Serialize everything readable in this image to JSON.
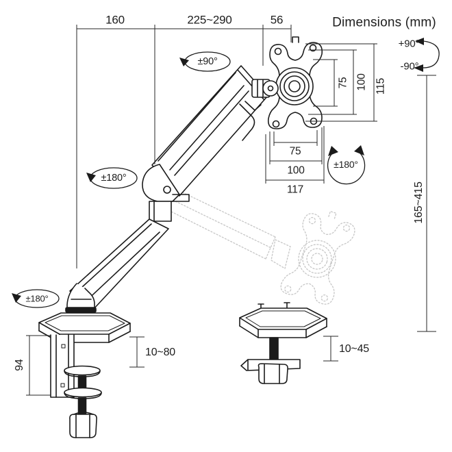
{
  "title": "Dimensions (mm)",
  "colors": {
    "line_ink": "#1b1b1b",
    "dimension_ink": "#262626",
    "ghost_outline": "#c6c6c6",
    "background": "#ffffff"
  },
  "dimensions": {
    "arm_rear_length": "160",
    "arm_extension_range": "225~290",
    "head_depth": "56",
    "vesa_vertical_hole": "75",
    "vesa_vertical_inner": "100",
    "vesa_vertical_overall": "115",
    "vesa_horizontal_hole": "75",
    "vesa_horizontal_inner": "100",
    "vesa_horizontal_overall": "117",
    "height_adjustment_range": "165~415",
    "clamp_bracket_height": "94",
    "clamp_desk_thickness_range": "10~80",
    "grommet_desk_thickness_range": "10~45"
  },
  "rotations": {
    "arm_swivel": "±90°",
    "monitor_tilt_up": "+90°",
    "monitor_tilt_down": "-90°",
    "vesa_plate_rotation": "±180°",
    "elbow_swivel": "±180°",
    "base_swivel": "±180°"
  }
}
